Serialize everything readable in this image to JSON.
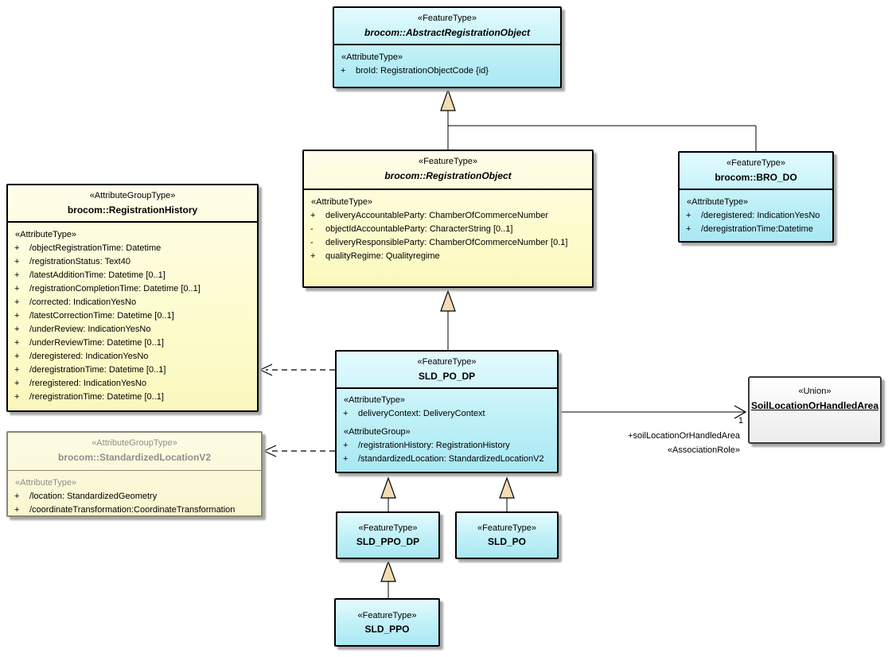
{
  "colors": {
    "feature_type_fill": "#a9e8f3",
    "attribute_group_fill": "#fbf8bd",
    "muted_border": "#8d8576",
    "union_fill": "#ececec",
    "generalization_triangle_fill": "#f2dcb3",
    "connector_line": "#000000"
  },
  "labels": {
    "multiplicity": "1",
    "role_name": "+soilLocationOrHandledArea",
    "role_stereotype": "«AssociationRole»"
  },
  "classes": {
    "aro": {
      "stereotype": "«FeatureType»",
      "name": "brocom::AbstractRegistrationObject",
      "section": "«AttributeType»",
      "attrs": [
        {
          "v": "+",
          "t": "broId: RegistrationObjectCode {id}"
        }
      ]
    },
    "ro": {
      "stereotype": "«FeatureType»",
      "name": "brocom::RegistrationObject",
      "section": "«AttributeType»",
      "attrs": [
        {
          "v": "+",
          "t": "deliveryAccountableParty: ChamberOfCommerceNumber"
        },
        {
          "v": "-",
          "t": "objectIdAccountableParty: CharacterString [0..1]"
        },
        {
          "v": "-",
          "t": "deliveryResponsibleParty: ChamberOfCommerceNumber [0.1]"
        },
        {
          "v": "+",
          "t": "qualityRegime: Qualityregime"
        }
      ]
    },
    "bro_do": {
      "stereotype": "«FeatureType»",
      "name": "brocom::BRO_DO",
      "section": "«AttributeType»",
      "attrs": [
        {
          "v": "+",
          "t": "/deregistered: IndicationYesNo"
        },
        {
          "v": "+",
          "t": "/deregistrationTime:Datetime"
        }
      ]
    },
    "reg_history": {
      "stereotype": "«AttributeGroupType»",
      "name": "brocom::RegistrationHistory",
      "section": "«AttributeType»",
      "attrs": [
        {
          "v": "+",
          "t": "/objectRegistrationTime: Datetime"
        },
        {
          "v": "+",
          "t": "/registrationStatus: Text40"
        },
        {
          "v": "+",
          "t": "/latestAdditionTime: Datetime [0..1]"
        },
        {
          "v": "+",
          "t": "/registrationCompletionTime: Datetime [0..1]"
        },
        {
          "v": "+",
          "t": "/corrected: IndicationYesNo"
        },
        {
          "v": "+",
          "t": "/latestCorrectionTime: Datetime [0..1]"
        },
        {
          "v": "+",
          "t": "/underReview: IndicationYesNo"
        },
        {
          "v": "+",
          "t": "/underReviewTime: Datetime [0..1]"
        },
        {
          "v": "+",
          "t": "/deregistered: IndicationYesNo"
        },
        {
          "v": "+",
          "t": "/deregistrationTime: Datetime [0..1]"
        },
        {
          "v": "+",
          "t": "/reregistered: IndicationYesNo"
        },
        {
          "v": "+",
          "t": "/reregistrationTime: Datetime [0..1]"
        }
      ]
    },
    "std_loc": {
      "stereotype": "«AttributeGroupType»",
      "name": "brocom::StandardizedLocationV2",
      "section": "«AttributeType»",
      "attrs": [
        {
          "v": "+",
          "t": "/location: StandardizedGeometry"
        },
        {
          "v": "+",
          "t": "/coordinateTransformation:CoordinateTransformation"
        }
      ]
    },
    "sld_po_dp": {
      "stereotype": "«FeatureType»",
      "name": "SLD_PO_DP",
      "section1": "«AttributeType»",
      "attrs1": [
        {
          "v": "+",
          "t": "deliveryContext: DeliveryContext"
        }
      ],
      "section2": "«AttributeGroup»",
      "attrs2": [
        {
          "v": "+",
          "t": "/registrationHistory: RegistrationHistory"
        },
        {
          "v": "+",
          "t": "/standardizedLocation: StandardizedLocationV2"
        }
      ]
    },
    "union": {
      "stereotype": "«Union»",
      "name": "SoilLocationOrHandledArea"
    },
    "sld_ppo_dp": {
      "stereotype": "«FeatureType»",
      "name": "SLD_PPO_DP"
    },
    "sld_po": {
      "stereotype": "«FeatureType»",
      "name": "SLD_PO"
    },
    "sld_ppo": {
      "stereotype": "«FeatureType»",
      "name": "SLD_PPO"
    }
  }
}
